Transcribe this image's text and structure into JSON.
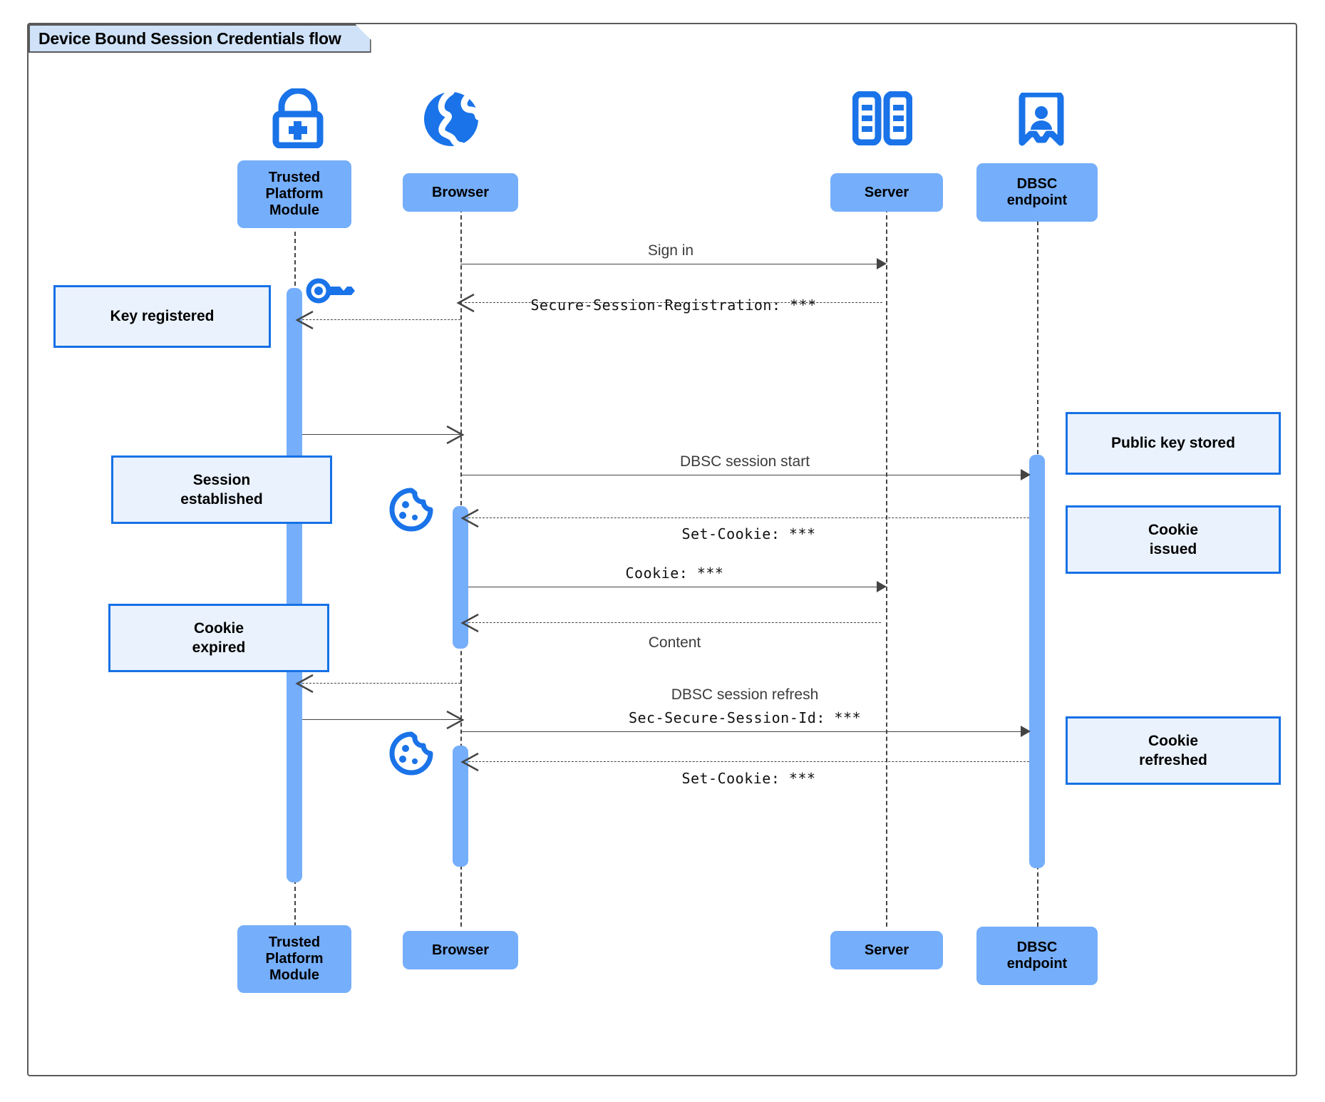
{
  "diagram": {
    "title": "Device Bound Session Credentials flow",
    "type": "sequence-diagram",
    "colors": {
      "participant_fill": "#75aefb",
      "note_fill": "#eaf2fd",
      "note_border": "#1671e6",
      "icon_blue": "#1a73e8",
      "frame_border": "#5a5a5a",
      "title_fill": "#cfe2f8"
    }
  },
  "participants": [
    {
      "id": "tpm",
      "label": "Trusted\nPlatform\nModule",
      "icon": "lock-plus-icon"
    },
    {
      "id": "browser",
      "label": "Browser",
      "icon": "globe-icon"
    },
    {
      "id": "server",
      "label": "Server",
      "icon": "server-rack-icon"
    },
    {
      "id": "dbsc",
      "label": "DBSC\nendpoint",
      "icon": "id-badge-icon"
    }
  ],
  "participants_bottom": [
    {
      "id": "tpm",
      "label": "Trusted\nPlatform\nModule"
    },
    {
      "id": "browser",
      "label": "Browser"
    },
    {
      "id": "server",
      "label": "Server"
    },
    {
      "id": "dbsc",
      "label": "DBSC\nendpoint"
    }
  ],
  "messages": [
    {
      "id": "m1",
      "text": "Sign in",
      "style": "sans",
      "from": "browser",
      "to": "server",
      "line": "solid"
    },
    {
      "id": "m2",
      "text": "Secure-Session-Registration: ***",
      "style": "mono",
      "from": "server",
      "to": "browser",
      "line": "dashed"
    },
    {
      "id": "m3",
      "text": "DBSC session start",
      "style": "sans",
      "from": "browser",
      "to": "dbsc",
      "line": "solid"
    },
    {
      "id": "m4",
      "text": "Set-Cookie: ***",
      "style": "mono",
      "from": "dbsc",
      "to": "browser",
      "line": "dashed"
    },
    {
      "id": "m5",
      "text": "Cookie: ***",
      "style": "mono",
      "from": "browser",
      "to": "server",
      "line": "solid"
    },
    {
      "id": "m6",
      "text": "Content",
      "style": "sans",
      "from": "server",
      "to": "browser",
      "line": "dashed"
    },
    {
      "id": "m7a",
      "text": "DBSC session refresh",
      "style": "sans",
      "from": "browser",
      "to": "dbsc",
      "line": "solid"
    },
    {
      "id": "m7b",
      "text": "Sec-Secure-Session-Id: ***",
      "style": "mono",
      "from": "browser",
      "to": "dbsc",
      "line": "solid"
    },
    {
      "id": "m8",
      "text": "Set-Cookie: ***",
      "style": "mono",
      "from": "dbsc",
      "to": "browser",
      "line": "dashed"
    }
  ],
  "notes_left": [
    {
      "id": "n1",
      "text": "Key registered"
    },
    {
      "id": "n2",
      "text": "Session\nestablished"
    },
    {
      "id": "n3",
      "text": "Cookie\nexpired"
    }
  ],
  "notes_right": [
    {
      "id": "n4",
      "text": "Public key stored"
    },
    {
      "id": "n5",
      "text": "Cookie\nissued"
    },
    {
      "id": "n6",
      "text": "Cookie\nrefreshed"
    }
  ],
  "decor_icons": [
    {
      "id": "d1",
      "name": "key-icon"
    },
    {
      "id": "d2",
      "name": "cookie-icon"
    },
    {
      "id": "d3",
      "name": "cookie-icon"
    }
  ]
}
